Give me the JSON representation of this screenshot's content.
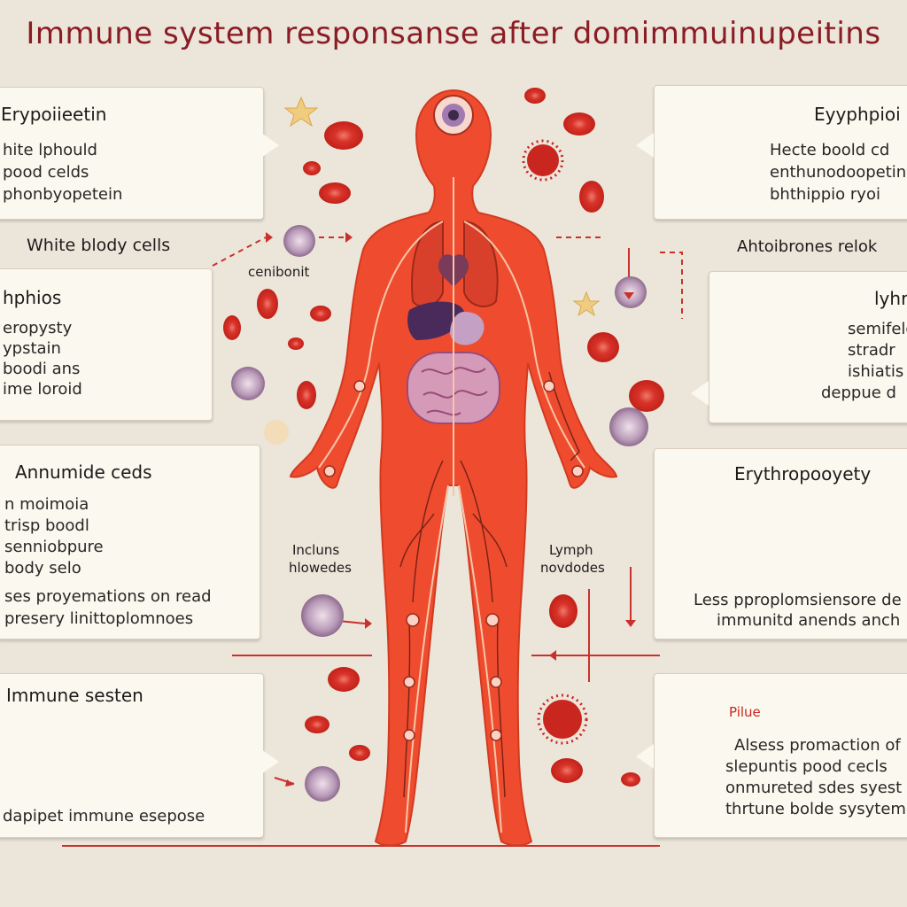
{
  "title": "Immune system responsanse after domimmuinupeitins",
  "cards": [
    {
      "heading": "Erypoiieetin",
      "lines": [
        "hite lphould",
        "pood celds",
        "phonbyopetein"
      ]
    },
    {
      "heading": "Eyyphpioi",
      "lines": [
        "Hecte boold cd",
        "enthunodoopetin",
        "bhthippio ryoi"
      ]
    },
    {
      "heading": "hphios",
      "lines": [
        "eropysty",
        "ypstain",
        "boodi ans",
        "ime loroid"
      ]
    },
    {
      "heading": "lyhr",
      "lines": [
        "semifeld",
        "stradr",
        "ishiatis",
        "deppue d"
      ]
    },
    {
      "heading": "Annumide ceds",
      "lines": [
        "n moimoia",
        "trisp boodl",
        "senniobpure",
        "body selo"
      ],
      "footer": [
        "ses proyemations on read",
        "presery linittoplomnoes"
      ]
    },
    {
      "heading": "Erythropooyety",
      "footer": [
        "Less pproplomsiensore de",
        "immunitd anends anch"
      ]
    },
    {
      "heading": "Immune sesten",
      "footer": [
        "dapipet immune esepose"
      ]
    },
    {
      "heading": "Pilue",
      "lines": [
        "Alsess promaction of",
        "slepuntis pood cecls",
        "onmureted sdes syest",
        "thrtune bolde sysytem"
      ]
    }
  ],
  "labels": {
    "white_blood_cells": "White blody cells",
    "antibodies": "Ahtoibrones relok",
    "cenibonit": "cenibonit",
    "inclus": "Incluns",
    "hlowedes": "hlowedes",
    "lymph": "Lymph",
    "novdodes": "novdodes"
  },
  "colors": {
    "title": "#8a1c24",
    "body": "#ee4b2e",
    "accent": "#d12a2a",
    "background": "#ece5da"
  }
}
